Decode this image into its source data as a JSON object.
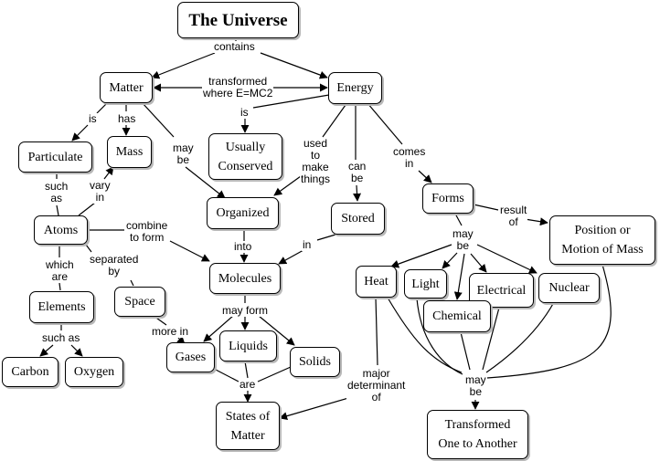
{
  "concepts": {
    "universe": "The Universe",
    "matter": "Matter",
    "energy": "Energy",
    "particulate": "Particulate",
    "mass": "Mass",
    "usually_conserved": "Usually\nConserved",
    "organized": "Organized",
    "stored": "Stored",
    "forms": "Forms",
    "position_motion": "Position or\nMotion of Mass",
    "atoms": "Atoms",
    "molecules": "Molecules",
    "elements": "Elements",
    "space": "Space",
    "heat": "Heat",
    "light": "Light",
    "electrical": "Electrical",
    "nuclear": "Nuclear",
    "chemical": "Chemical",
    "carbon": "Carbon",
    "oxygen": "Oxygen",
    "gases": "Gases",
    "liquids": "Liquids",
    "solids": "Solids",
    "states_of_matter": "States of\nMatter",
    "transformed_one_to_another": "Transformed\nOne to Another"
  },
  "links": {
    "contains": "contains",
    "transformed": "transformed\nwhere E=MC2",
    "is_energy": "is",
    "is_matter": "is",
    "has": "has",
    "may_be_matter": "may\nbe",
    "used_to_make": "used\nto\nmake\nthings",
    "can_be": "can\nbe",
    "comes_in": "comes\nin",
    "such_as_atoms": "such\nas",
    "vary_in": "vary\nin",
    "combine_to_form": "combine\nto form",
    "into": "into",
    "in_stored": "in",
    "result_of": "result\nof",
    "may_be_forms": "may\nbe",
    "which_are": "which\nare",
    "separated_by": "separated\nby",
    "may_form": "may form",
    "more_in": "more in",
    "such_as_elements": "such as",
    "are": "are",
    "major_determinant": "major\ndeterminant\nof",
    "may_be_transform": "may\nbe"
  }
}
